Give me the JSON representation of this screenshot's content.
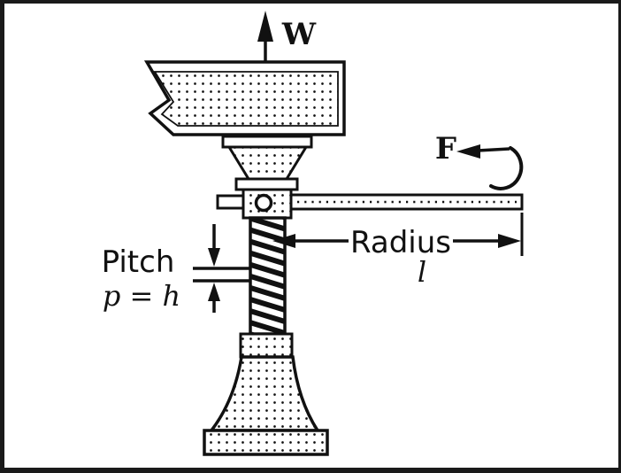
{
  "figure": {
    "labels": {
      "load": "W",
      "force": "F",
      "pitch_title": "Pitch",
      "pitch_equation": "p = h",
      "radius_title": "Radius",
      "radius_symbol": "l"
    },
    "colors": {
      "ink": "#111111",
      "background": "#ffffff",
      "frame": "#1a1a1a"
    }
  }
}
